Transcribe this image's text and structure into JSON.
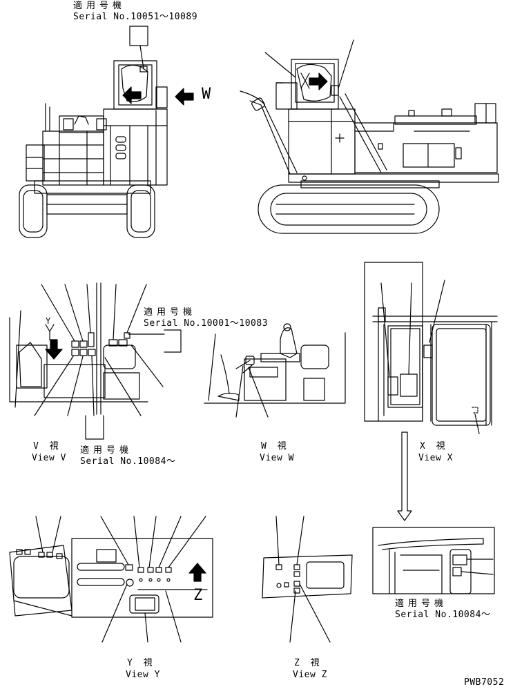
{
  "labels": {
    "applicable_top": "適用号機",
    "serial_top": "Serial No.10051～10089",
    "w_arrow_letter": "W",
    "applicable_mid": "適用号機",
    "serial_mid": "Serial No.10001～10083",
    "y_marker": "Y",
    "applicable_v": "適用号機",
    "serial_v": "Serial No.10084～",
    "view_v_jp": "V 視",
    "view_v_en": "View V",
    "view_w_jp": "W 視",
    "view_w_en": "View W",
    "view_x_jp": "X 視",
    "view_x_en": "View X",
    "applicable_x": "適用号機",
    "serial_x": "Serial No.10084～",
    "view_y_jp": "Y 視",
    "view_y_en": "View Y",
    "z_marker": "Z",
    "view_z_jp": "Z 視",
    "view_z_en": "View Z",
    "drawing_code": "PWB7052"
  }
}
